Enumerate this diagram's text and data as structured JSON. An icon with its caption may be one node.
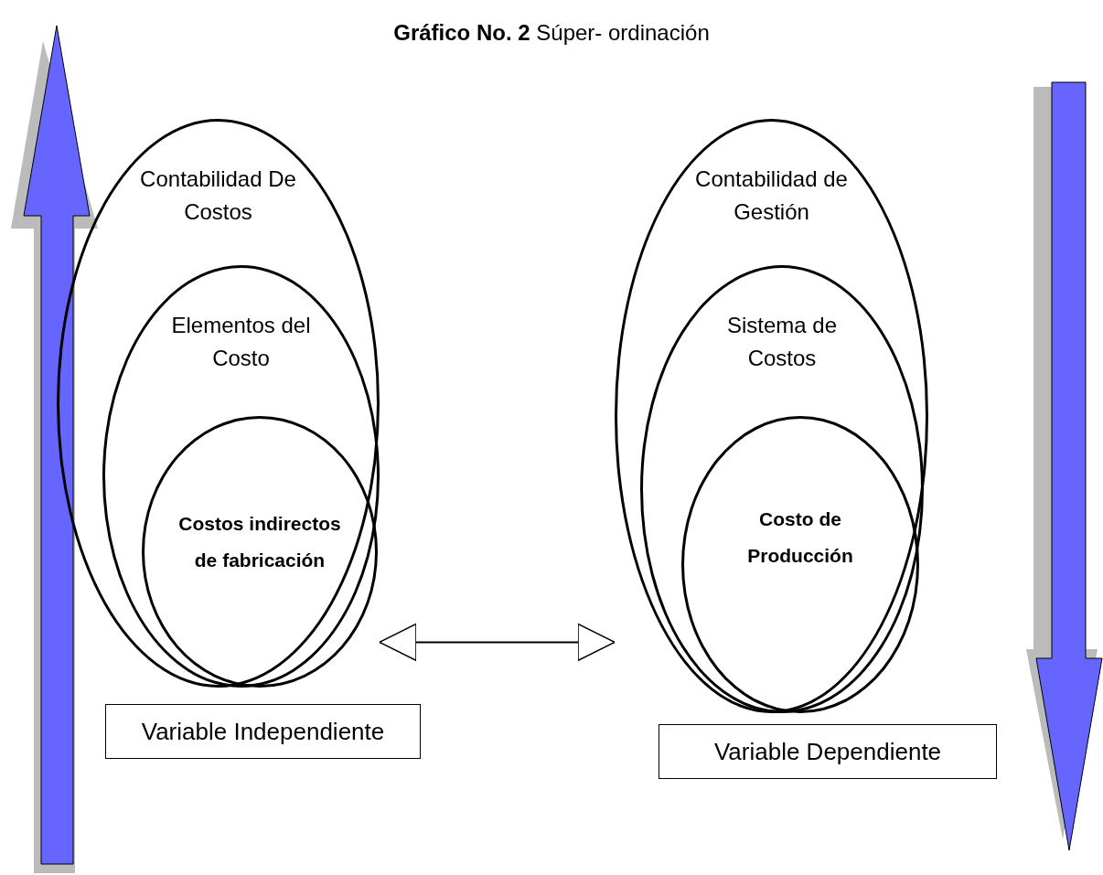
{
  "diagram": {
    "title": "**Gráfico No. 2** Súper- ordinación",
    "nodes": [
      {
        "text": [
          "Contabilidad De Costos"
        ]
      },
      {
        "text": [
          "Elementos del Costo"
        ],
        "in": 0
      },
      {
        "text": [
          "Costos indirectos de fabricación"
        ],
        "in": 1
      },
      {
        "text": [
          "Variable Independiente"
        ]
      },
      {
        "text": [
          "Contabilidad de Gestión"
        ]
      },
      {
        "text": [
          "Sistema de Costos"
        ],
        "in": 4
      },
      {
        "text": [
          "Costo de Producción"
        ],
        "in": 5
      },
      {
        "text": [
          "Variable Dependiente"
        ]
      }
    ],
    "edges": [
      {
        "from": 0,
        "to": 4,
        "arrow": "both"
      }
    ]
  }
}
